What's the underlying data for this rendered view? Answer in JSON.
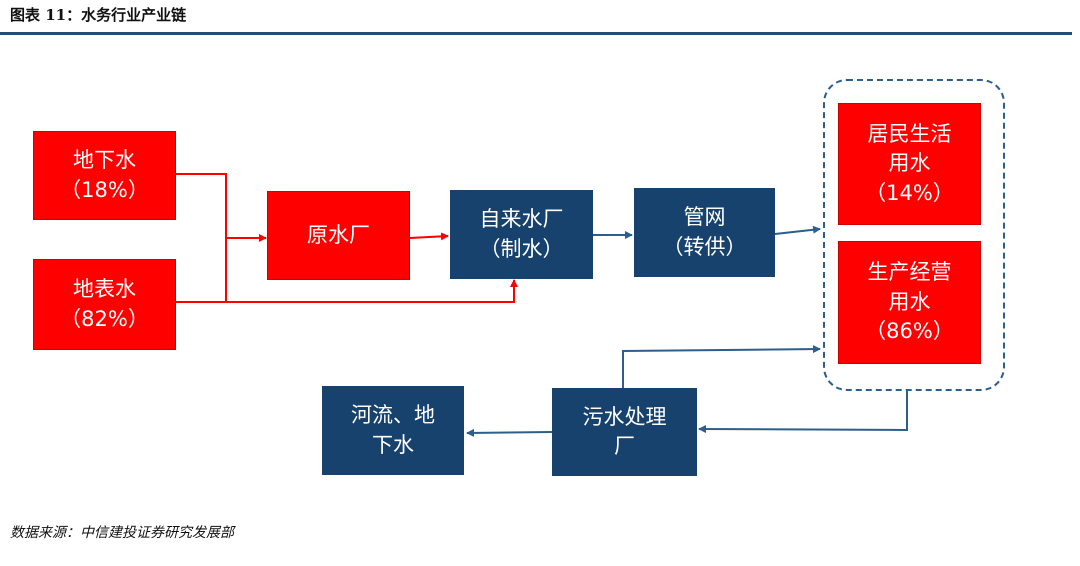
{
  "header": {
    "title": "图表 11：水务行业产业链"
  },
  "footer": {
    "source": "数据来源：中信建投证券研究发展部"
  },
  "nodes": {
    "groundwater": {
      "line1": "地下水",
      "line2": "（18%）"
    },
    "surface_water": {
      "line1": "地表水",
      "line2": "（82%）"
    },
    "raw_water_plant": {
      "line1": "原水厂"
    },
    "water_plant": {
      "line1": "自来水厂",
      "line2": "（制水）"
    },
    "pipe_network": {
      "line1": "管网",
      "line2": "（转供）"
    },
    "residential": {
      "line1": "居民生活",
      "line2": "用水",
      "line3": "（14%）"
    },
    "production": {
      "line1": "生产经营",
      "line2": "用水",
      "line3": "（86%）"
    },
    "sewage_plant": {
      "line1": "污水处理",
      "line2": "厂"
    },
    "rivers": {
      "line1": "河流、地",
      "line2": "下水"
    }
  },
  "colors": {
    "red_node": "#ff0000",
    "blue_node": "#17426e",
    "red_line": "#ff0000",
    "blue_line": "#2e5e8c"
  }
}
